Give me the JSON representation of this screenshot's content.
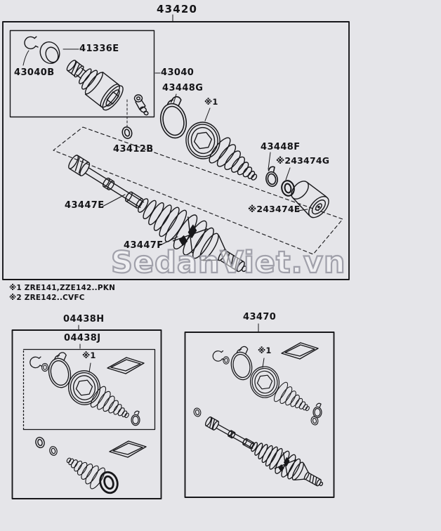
{
  "colors": {
    "background": "#e5e5e9",
    "line": "#17171a",
    "watermark_outline": "#9d9da6"
  },
  "watermark": "SedanViet.vn",
  "footnotes": [
    "※1 ZRE141,ZZE142..PKN",
    "※2 ZRE142..CVFC"
  ],
  "main_assembly": {
    "part_no": "43420",
    "inner_joint": {
      "part_no": "43040",
      "snap_ring": "43040B",
      "deflector": "41336E"
    },
    "damper_ring": "43412B",
    "outboard_clamp": "43448G",
    "boot_mark": "※1",
    "inboard_clamp": "43448F",
    "damper_clamp": "※243474G",
    "damper": "※243474E",
    "shaft": "43447E",
    "outboard_joint": "43447F"
  },
  "boot_kit": {
    "part_no": "04438H",
    "inner_kit_no": "04438J",
    "boot_mark": "※1"
  },
  "shaft_assembly": {
    "part_no": "43470",
    "boot_mark": "※1"
  }
}
